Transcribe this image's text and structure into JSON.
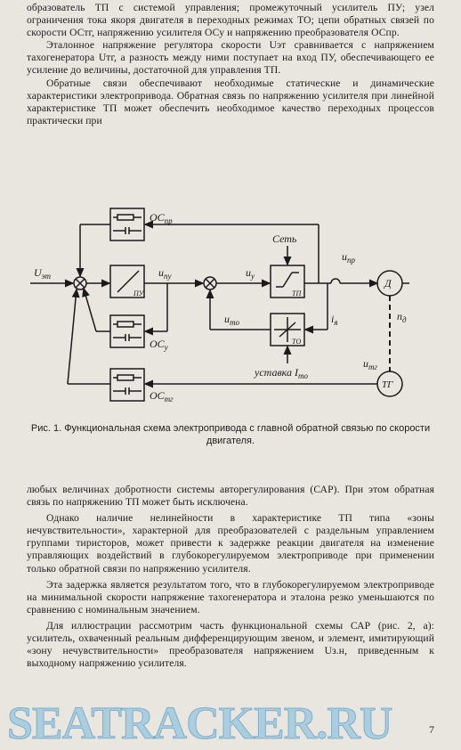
{
  "top_text": {
    "p1": "образователь ТП с системой управления; промежуточный усилитель ПУ; узел ограничения тока якоря двигателя в переходных режимах ТО; цепи обратных связей по скорости ОСтг, напряжению усилителя ОСу и напряжению преобразователя ОСпр.",
    "p2": "Эталонное напряжение регулятора скорости Uэт сравнивается с напряжением тахогенератора Uтг, а разность между ними поступает на вход ПУ, обеспечивающего ее усиление до величины, достаточной для управления ТП.",
    "p3": "Обратные связи обеспечивают необходимые статические и динамические характеристики электропривода. Обратная связь по напряжению усилителя при линейной характеристике ТП может обеспечить необходимое качество переходных процессов практически при"
  },
  "diagram": {
    "label_os_pr": "ОС",
    "label_os_pr_sub": "пр",
    "label_os_y": "ОС",
    "label_os_y_sub": "у",
    "label_os_tg": "ОС",
    "label_os_tg_sub": "тг",
    "label_u_et": "U",
    "label_u_et_sub": "эт",
    "label_u_py": "u",
    "label_u_py_sub": "пу",
    "label_py_block": "ПУ",
    "label_u_y": "u",
    "label_u_y_sub": "у",
    "label_set": "Сеть",
    "label_tp_block": "ТП",
    "label_u_pr": "u",
    "label_u_pr_sub": "пр",
    "label_motor": "Д",
    "label_n_d": "n",
    "label_n_d_sub": "д",
    "label_u_to": "u",
    "label_u_to_sub": "то",
    "label_i_ya": "i",
    "label_i_ya_sub": "я",
    "label_to_block": "ТО",
    "label_u_tg": "u",
    "label_u_tg_sub": "тг",
    "label_tg": "ТГ",
    "label_ustavka": "уставка I",
    "label_ustavka_sub": "то"
  },
  "caption": "Рис. 1. Функциональная схема электропривода с главной обратной связью по скорости двигателя.",
  "bottom_text": {
    "p1": "любых величинах добротности системы авторегулирования (САР). При этом обратная связь по напряжению ТП может быть исключена.",
    "p2": "Однако наличие нелинейности в характеристике ТП типа «зоны нечувствительности», характерной для преобразователей с раздельным управлением группами тиристоров, может привести к задержке реакции двигателя на изменение управляющих воздействий в глубокорегулируемом электроприводе при применении только обратной связи по напряжению усилителя.",
    "p3": "Эта задержка является результатом того, что в глубокорегулируемом электроприводе на минимальной скорости напряжение тахогенератора и эталона резко уменьшаются по сравнению с номинальным значением.",
    "p4": "Для иллюстрации рассмотрим часть функциональной схемы САР (рис. 2, а): усилитель, охваченный реальным дифференцирующим звеном, и элемент, имитирующий «зону нечувствительности» преобразователя напряжением Uз.н, приведенным к выходному напряжению усилителя."
  },
  "watermark": "SEATRACKER.RU",
  "page_number": "7"
}
